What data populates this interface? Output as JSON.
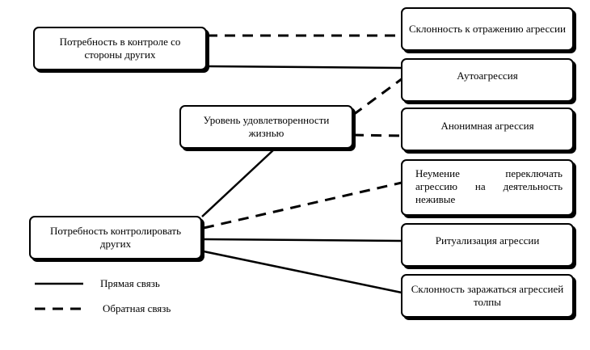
{
  "nodes": {
    "control_by_others": "Потребность в контроле со стороны других",
    "life_satisfaction": "Уровень удовлетворенности жизнью",
    "control_others": "Потребность контролировать других",
    "reflect_aggression": "Склонность к отражению агрессии",
    "auto_aggression": "Аутоагрессия",
    "anonymous_aggression": "Анонимная агрессия",
    "inability_switch": "Неумение переключать агрессию на деятельность неживые",
    "ritualization": "Ритуализация агрессии",
    "crowd_contagion": "Склонность заражаться агрессией толпы"
  },
  "legend": {
    "direct": "Прямая связь",
    "inverse": "Обратная связь"
  },
  "edges": [
    {
      "from": "control_by_others",
      "to": "reflect_aggression",
      "type": "inverse"
    },
    {
      "from": "control_by_others",
      "to": "auto_aggression",
      "type": "direct"
    },
    {
      "from": "life_satisfaction",
      "to": "auto_aggression",
      "type": "inverse"
    },
    {
      "from": "life_satisfaction",
      "to": "anonymous_aggression",
      "type": "inverse"
    },
    {
      "from": "life_satisfaction",
      "to": "control_others",
      "type": "direct"
    },
    {
      "from": "control_others",
      "to": "inability_switch",
      "type": "inverse"
    },
    {
      "from": "control_others",
      "to": "ritualization",
      "type": "direct"
    },
    {
      "from": "control_others",
      "to": "crowd_contagion",
      "type": "direct"
    }
  ]
}
